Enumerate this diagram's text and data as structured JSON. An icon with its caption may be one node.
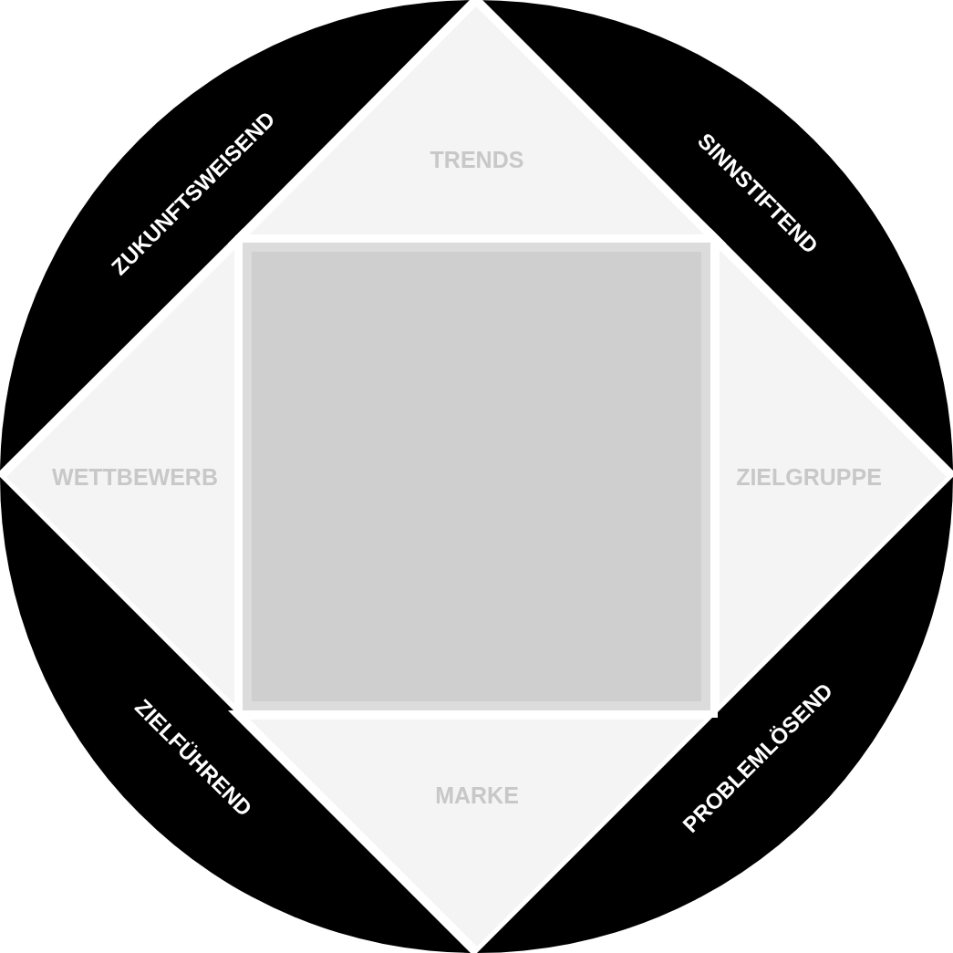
{
  "diagram": {
    "nodes": [
      {
        "text": [
          "ZUKUNFTSWEISEND"
        ]
      },
      {
        "text": [
          "SINNSTIFTEND"
        ]
      },
      {
        "text": [
          "TRENDS"
        ]
      },
      {
        "text": [
          "WETTBEWERB"
        ]
      },
      {
        "text": [],
        "shape": "box"
      },
      {
        "text": [
          "ZIELGRUPPE"
        ]
      },
      {
        "text": [
          "ZIELFÜHREND"
        ]
      },
      {
        "text": [
          "MARKE"
        ]
      },
      {
        "text": [
          "PROBLEMLÖSEND"
        ]
      }
    ],
    "edges": []
  }
}
